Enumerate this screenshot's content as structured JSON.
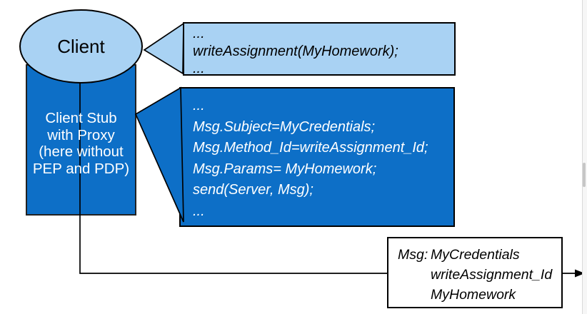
{
  "diagram": {
    "client": {
      "label": "Client"
    },
    "client_stub": {
      "lines": [
        "Client Stub",
        "with Proxy",
        "(here without",
        "PEP and PDP)"
      ]
    },
    "client_code_callout": {
      "lines": [
        "...",
        "writeAssignment(MyHomework);",
        "..."
      ]
    },
    "stub_code_callout": {
      "lines": [
        "...",
        "Msg.Subject=MyCredentials;",
        "Msg.Method_Id=writeAssignment_Id;",
        "Msg.Params= MyHomework;",
        "send(Server, Msg);",
        "..."
      ]
    },
    "message_box": {
      "label": "Msg:",
      "values": [
        "MyCredentials",
        "writeAssignment_Id",
        "MyHomework"
      ]
    },
    "colors": {
      "light_blue": "#A9D2F3",
      "dark_blue": "#0D6FC7",
      "outline": "#000000"
    }
  }
}
